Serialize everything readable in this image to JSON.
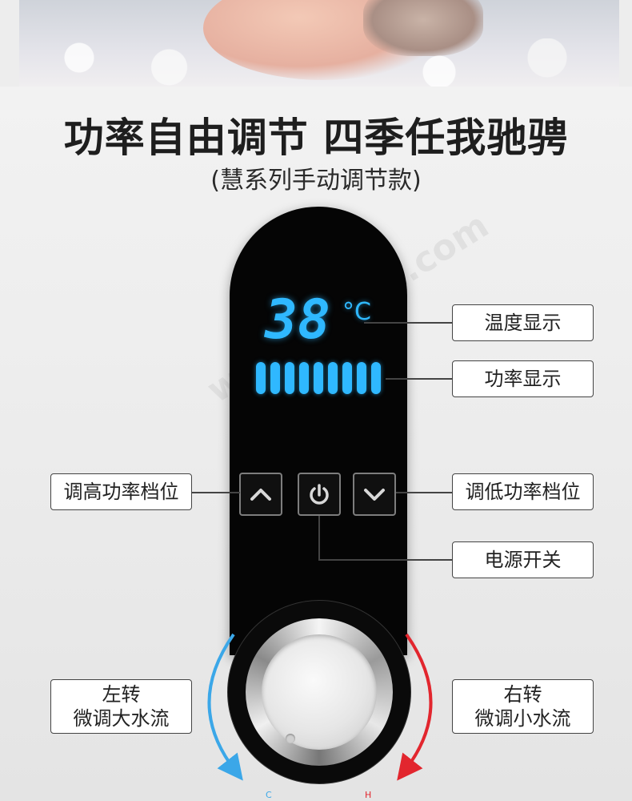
{
  "headline": "功率自由调节 四季任我驰骋",
  "subline": "(慧系列手动调节款)",
  "display": {
    "temperature": "38",
    "unit": "°C",
    "power_level": 9,
    "color": "#2fb8ff"
  },
  "buttons": {
    "up_icon": "chevron-up-icon",
    "power_icon": "power-icon",
    "down_icon": "chevron-down-icon"
  },
  "callouts": {
    "temp": "温度显示",
    "power": "功率显示",
    "up": "调高功率档位",
    "down": "调低功率档位",
    "onoff": "电源开关",
    "left_line1": "左转",
    "left_line2": "微调大水流",
    "right_line1": "右转",
    "right_line2": "微调小水流"
  },
  "dial": {
    "cold_label": "C",
    "hot_label": "H",
    "cold_color": "#3ba7e8",
    "hot_color": "#e2262e"
  },
  "watermark": "www.colipu.com"
}
